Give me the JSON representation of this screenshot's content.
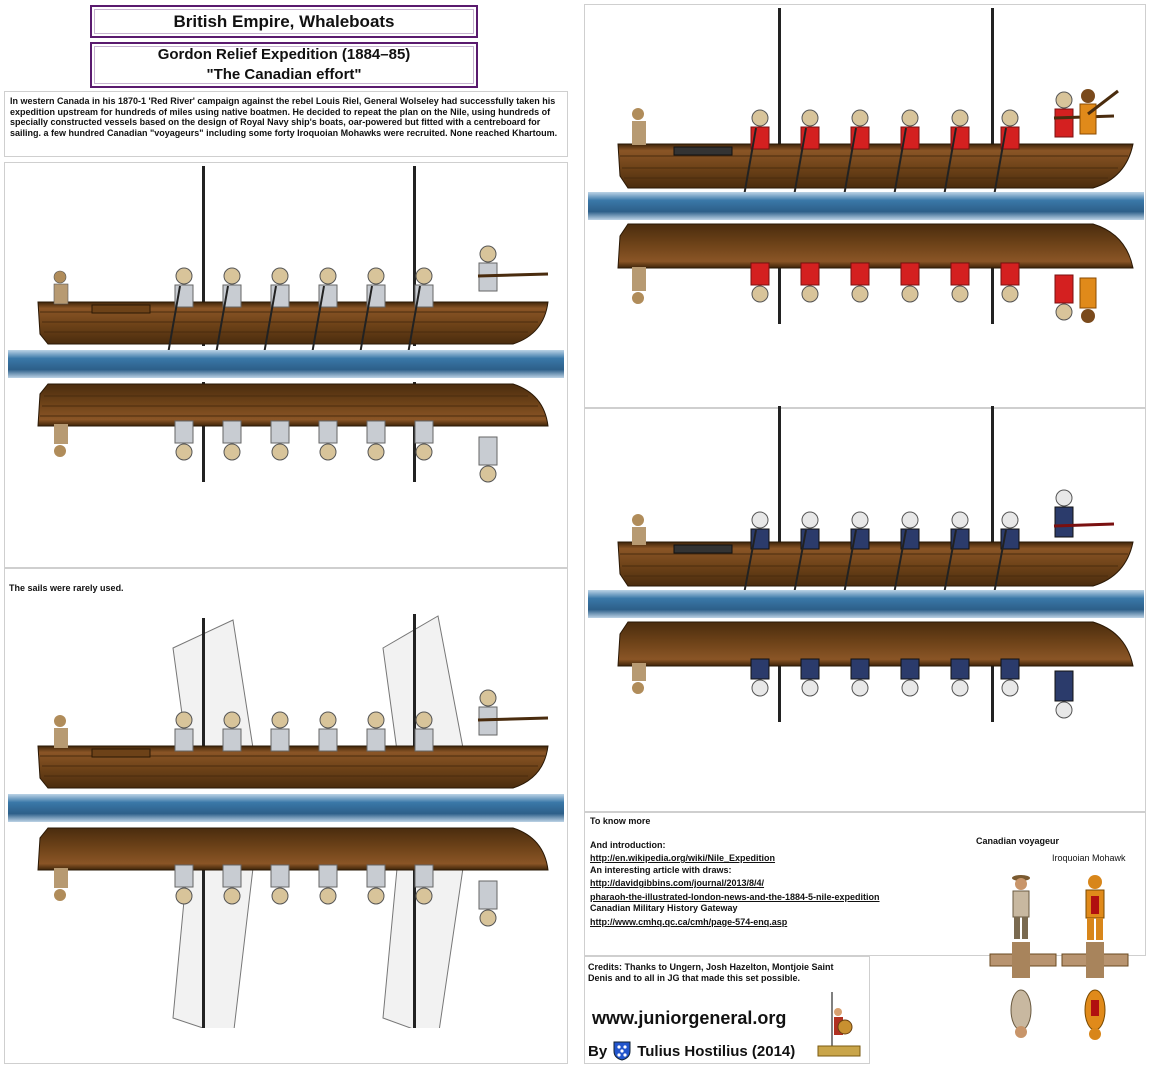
{
  "header": {
    "title": "British Empire, Whaleboats",
    "subtitle_line1": "Gordon Relief Expedition (1884–85)",
    "subtitle_line2": "\"The Canadian effort\""
  },
  "intro": {
    "text": "In western Canada in his 1870-1 'Red River' campaign against the rebel Louis Riel, General Wolseley had successfully taken his expedition upstream for hundreds of miles using native boatmen. He decided to repeat the plan on the Nile, using hundreds of specially constructed vessels based on the design of Royal Navy ship's boats, oar-powered but fitted with a centreboard for sailing. a few hundred Canadian \"voyageurs\" including some forty Iroquoian Mohawks were recruited. None reached Khartoum."
  },
  "sails_note": "The sails were rarely used.",
  "more": {
    "heading": "To know more",
    "intro_label": "And introduction:",
    "link1": "http://en.wikipedia.org/wiki/Nile_Expedition",
    "article_label": "An interesting article with draws:",
    "link2a": "http://davidgibbins.com/journal/2013/8/4/",
    "link2b": "pharaoh-the-illustrated-london-news-and-the-1884-5-nile-expedition",
    "gateway_label": "Canadian Military History Gateway",
    "link3": "http://www.cmhq.qc.ca/cmh/page-574-enq.asp"
  },
  "figures": {
    "voyageur_label": "Canadian voyageur",
    "mohawk_label": "Iroquoian Mohawk"
  },
  "credits": {
    "text": "Credits: Thanks to Ungern, Josh Hazelton, Montjoie Saint Denis and to all in JG that made this set possible.",
    "site": "www.juniorgeneral.org",
    "by": "By",
    "author": "Tulius Hostilius (2014)"
  },
  "colors": {
    "hull": "#7a4a1c",
    "hull_dark": "#3e2409",
    "water": "#3a78a8",
    "red_coat": "#d42020",
    "blue_coat": "#2b3b6b",
    "grey_coat": "#c8ccd2",
    "helmet": "#d8c49a",
    "mohawk": "#e08a1a",
    "frame": "#5a1a6e"
  },
  "icons": {
    "credit_shield": "blue-cross-shield-icon",
    "soldier": "soldier-with-shield-icon"
  }
}
